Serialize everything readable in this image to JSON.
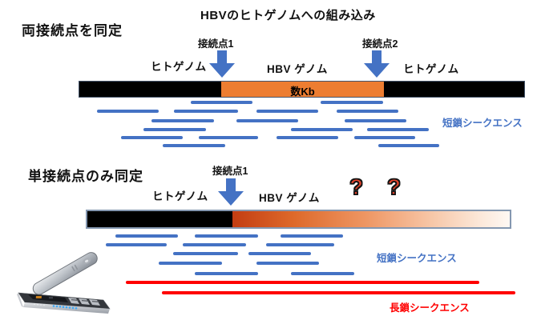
{
  "title": "HBVのヒトゲノムへの組み込み",
  "colors": {
    "accent_blue": "#4472C4",
    "accent_orange": "#ED7D31",
    "gradient_start": "#C33D12",
    "accent_red": "#FF0000",
    "bar_border_top": "#44546A",
    "bar_border_bottom": "#8497B0",
    "bar_black": "#000000"
  },
  "section_top": {
    "heading": "両接続点を同定",
    "human_genome_left": "ヒトゲノム",
    "junction1": "接続点1",
    "hbv_genome": "HBV ゲノム",
    "junction2": "接続点2",
    "human_genome_right": "ヒトゲノム",
    "insert_size": "数Kb",
    "short_read_label": "短鎖シークエンス",
    "short_reads": [
      [
        238,
        126,
        77
      ],
      [
        400,
        126,
        78
      ],
      [
        121,
        137,
        77
      ],
      [
        217,
        137,
        80
      ],
      [
        320,
        137,
        77
      ],
      [
        420,
        137,
        77
      ],
      [
        189,
        149,
        78
      ],
      [
        295,
        149,
        77
      ],
      [
        430,
        149,
        77
      ],
      [
        179,
        160,
        78
      ],
      [
        363,
        160,
        77
      ],
      [
        458,
        160,
        77
      ],
      [
        151,
        170,
        77
      ],
      [
        248,
        170,
        74
      ],
      [
        345,
        170,
        77
      ],
      [
        442,
        170,
        76
      ],
      [
        203,
        180,
        78
      ],
      [
        472,
        180,
        76
      ]
    ]
  },
  "section_bottom": {
    "heading": "単接続点のみ同定",
    "junction1": "接続点1",
    "human_genome": "ヒトゲノム",
    "hbv_genome": "HBV ゲノム",
    "question_marks": [
      "?",
      "?"
    ],
    "short_read_label": "短鎖シークエンス",
    "long_read_label": "長鎖シークエンス",
    "short_reads": [
      [
        144,
        293,
        78
      ],
      [
        243,
        293,
        79
      ],
      [
        350,
        293,
        78
      ],
      [
        132,
        304,
        76
      ],
      [
        228,
        304,
        79
      ],
      [
        332,
        304,
        85
      ],
      [
        216,
        315,
        81
      ],
      [
        310,
        315,
        78
      ],
      [
        198,
        327,
        79
      ],
      [
        320,
        327,
        78
      ],
      [
        243,
        340,
        79
      ],
      [
        363,
        340,
        79
      ]
    ],
    "long_reads": [
      [
        157,
        351,
        441
      ],
      [
        202,
        364,
        441
      ]
    ]
  }
}
